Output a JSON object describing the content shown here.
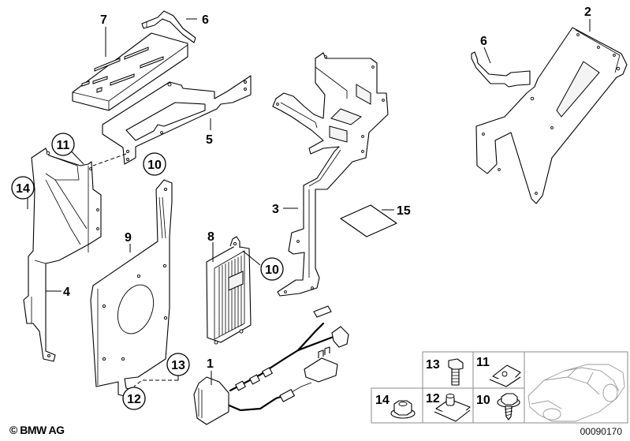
{
  "diagram": {
    "title": "BMW parts diagram — module brackets and wiring harness",
    "callouts": [
      {
        "id": "1",
        "label": "1",
        "part": "wiring-harness"
      },
      {
        "id": "2",
        "label": "2",
        "part": "mounting-plate-right"
      },
      {
        "id": "3",
        "label": "3",
        "part": "bracket-center"
      },
      {
        "id": "4",
        "label": "4",
        "part": "bracket-left"
      },
      {
        "id": "5",
        "label": "5",
        "part": "tray-bracket"
      },
      {
        "id": "6a",
        "label": "6",
        "part": "clip-strap-top"
      },
      {
        "id": "6b",
        "label": "6",
        "part": "clip-strap-right"
      },
      {
        "id": "7",
        "label": "7",
        "part": "control-unit-flat"
      },
      {
        "id": "8",
        "label": "8",
        "part": "amplifier-module"
      },
      {
        "id": "9",
        "label": "9",
        "part": "mounting-plate-left"
      },
      {
        "id": "10a",
        "label": "10",
        "part": "screw-ref-tray"
      },
      {
        "id": "10b",
        "label": "10",
        "part": "screw-ref-amplifier"
      },
      {
        "id": "11",
        "label": "11",
        "part": "clip-nut-ref"
      },
      {
        "id": "12",
        "label": "12",
        "part": "clip-nut-ref-bottom"
      },
      {
        "id": "13",
        "label": "13",
        "part": "bolt-ref"
      },
      {
        "id": "14",
        "label": "14",
        "part": "nut-ref"
      },
      {
        "id": "15",
        "label": "15",
        "part": "pad"
      }
    ]
  },
  "legend": {
    "cells": [
      {
        "number": "13",
        "item": "hex-bolt"
      },
      {
        "number": "11",
        "item": "clip-nut"
      },
      {
        "number": "14",
        "item": "hex-nut"
      },
      {
        "number": "12",
        "item": "spring-nut"
      },
      {
        "number": "10",
        "item": "self-tapping-screw"
      }
    ],
    "vehicle_thumbnail": "car-outline"
  },
  "footer": {
    "copyright": "© BMW AG",
    "document_number": "00090170"
  }
}
